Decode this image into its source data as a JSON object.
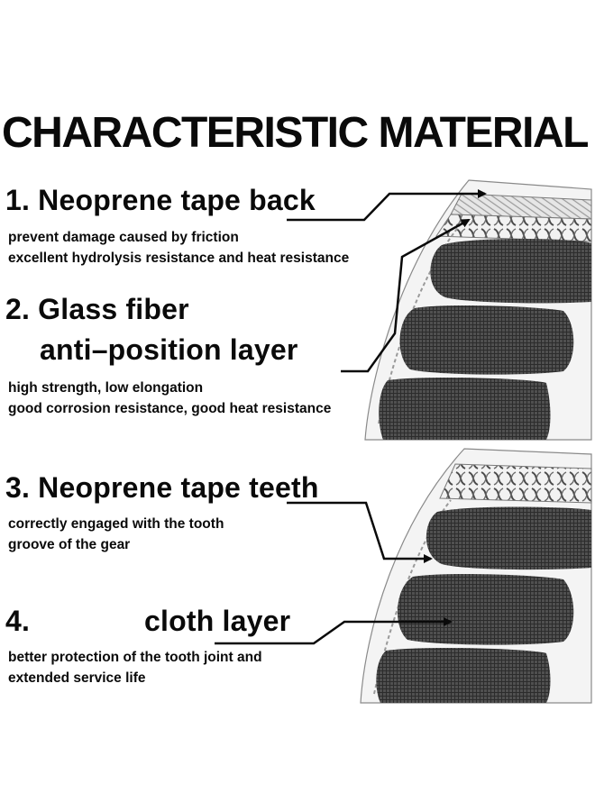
{
  "title": "CHARACTERISTIC MATERIAL",
  "items": [
    {
      "heading": "1. Neoprene tape back",
      "lines": [
        "prevent damage caused by friction",
        "excellent hydrolysis resistance and heat resistance"
      ]
    },
    {
      "heading_line1": "2. Glass fiber",
      "heading_line2": "anti–position layer",
      "lines": [
        "high strength, low elongation",
        "good corrosion resistance, good heat resistance"
      ]
    },
    {
      "heading": "3. Neoprene tape teeth",
      "lines": [
        "correctly engaged with the tooth",
        "groove of the gear"
      ]
    },
    {
      "heading_number": "4.",
      "heading": "cloth layer",
      "lines": [
        "better protection of the tooth joint and",
        "extended service life"
      ]
    }
  ]
}
